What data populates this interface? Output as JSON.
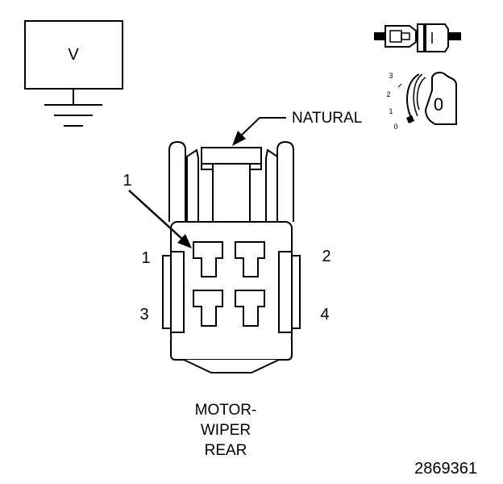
{
  "meter": {
    "label": "V"
  },
  "connector": {
    "color_label": "NATURAL",
    "callout_number": "1",
    "pins": [
      "1",
      "2",
      "3",
      "4"
    ],
    "name_lines": [
      "MOTOR-",
      "WIPER",
      "REAR"
    ]
  },
  "key_switch": {
    "positions": [
      "3",
      "2",
      "1",
      "0"
    ],
    "key_label": "0"
  },
  "figure_number": "2869361",
  "colors": {
    "ink": "#000000",
    "paper": "#ffffff"
  }
}
